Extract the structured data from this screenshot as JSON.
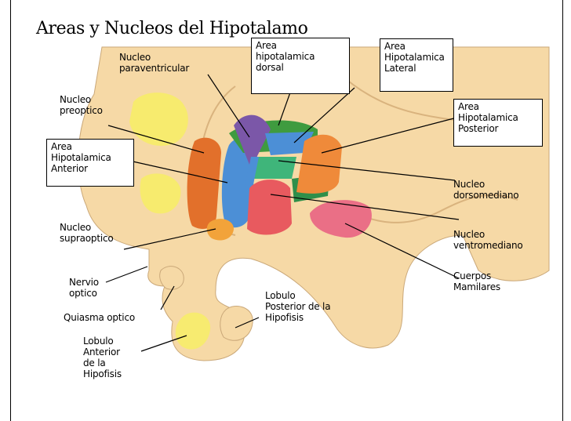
{
  "title": "Areas y Nucleos del Hipotalamo",
  "labels": {
    "paraventricular": "Nucleo\nparaventricular",
    "dorsal": "Area\nhipotalamica\ndorsal",
    "lateral": "Area\nHipotalamica\nLateral",
    "preoptico": "Nucleo\npreoptico",
    "posterior": "Area\nHipotalamica\nPosterior",
    "anterior": "Area\nHipotalamica\nAnterior",
    "dorsomediano": "Nucleo\ndorsomediano",
    "supraoptico": "Nucleo\nsupraoptico",
    "ventromediano": "Nucleo\nventromediano",
    "nervio": "Nervio\noptico",
    "cuerpos": "Cuerpos\nMamilares",
    "lobulo_posterior": "Lobulo\nPosterior de la\nHipofisis",
    "quiasma": "Quiasma optico",
    "lobulo_anterior": "Lobulo\nAnterior\nde la\nHipofisis"
  },
  "colors": {
    "tissue": "#f6d9a6",
    "anterior_area": "#e2702b",
    "preoptic": "#f7ec6a",
    "paraventricular": "#7b57a8",
    "dorsal": "#3f9b3f",
    "lateral": "#4c8fd6",
    "posterior": "#ef8a3a",
    "dorsomedial": "#3fb57a",
    "ventromedial": "#e85a5f",
    "mammillary": "#ea6f86",
    "supraoptic": "#f2a33a"
  }
}
